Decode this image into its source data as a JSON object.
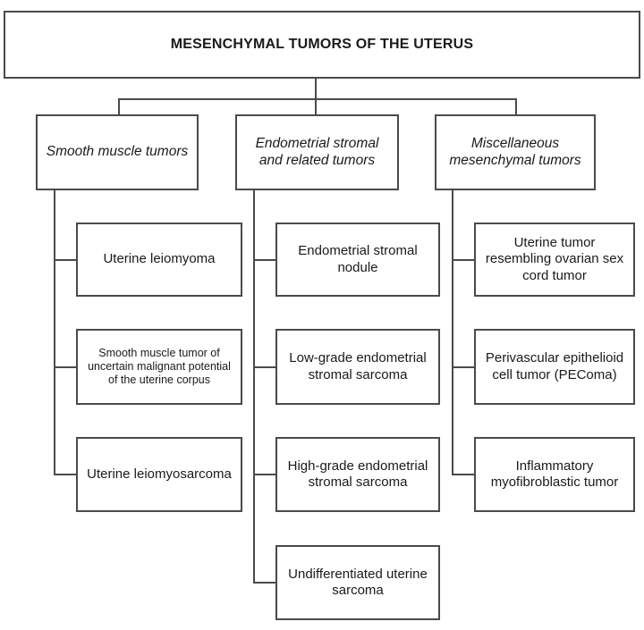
{
  "diagram": {
    "title": "MESENCHYMAL TUMORS OF THE UTERUS",
    "categories": [
      {
        "label": "Smooth muscle tumors"
      },
      {
        "label": "Endometrial stromal and related tumors"
      },
      {
        "label": "Miscellaneous mesenchymal tumors"
      }
    ],
    "groups": [
      {
        "items": [
          "Uterine leiomyoma",
          "Smooth muscle tumor of uncertain malignant potential of the uterine corpus",
          "Uterine leiomyosarcoma"
        ]
      },
      {
        "items": [
          "Endometrial stromal nodule",
          "Low-grade endometrial stromal sarcoma",
          "High-grade endometrial stromal sarcoma",
          "Undifferentiated uterine sarcoma"
        ]
      },
      {
        "items": [
          "Uterine tumor resembling ovarian sex cord tumor",
          "Perivascular epithelioid cell tumor (PEComa)",
          "Inflammatory myofibroblastic tumor"
        ]
      }
    ],
    "colors": {
      "border": "#4a4a4a",
      "text": "#1a1a1a",
      "background": "#ffffff"
    }
  }
}
